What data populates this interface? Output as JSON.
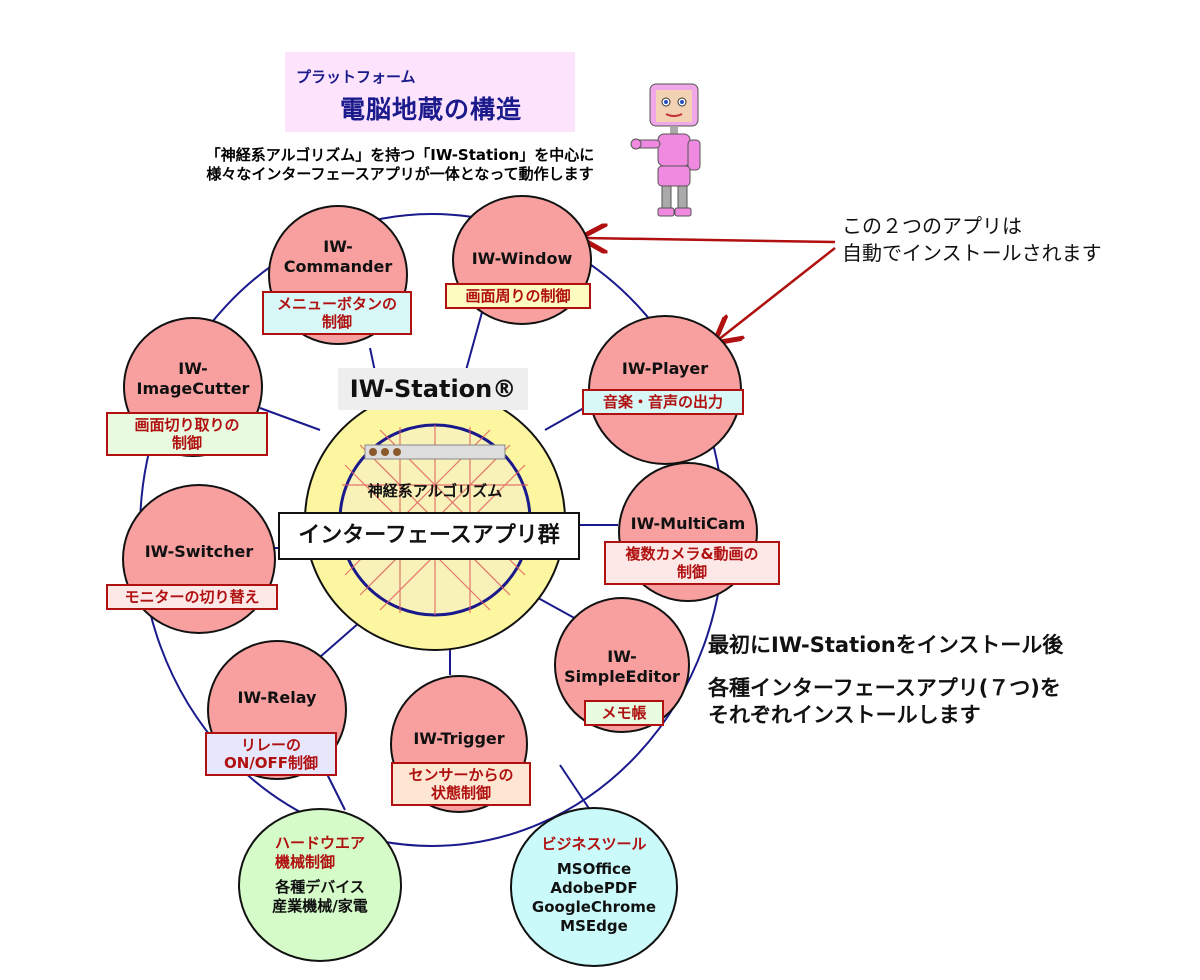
{
  "header": {
    "platform_label": "プラットフォーム",
    "title": "電脳地蔵の構造",
    "subtitle_line1": "「神経系アルゴリズム」を持つ「IW-Station」を中心に",
    "subtitle_line2": "様々なインターフェースアプリが一体となって動作します"
  },
  "center": {
    "station_name": "IW-Station®",
    "neuro_label": "神経系アルゴリズム",
    "apps_label": "インターフェースアプリ群"
  },
  "apps": [
    {
      "key": "commander",
      "name_line1": "IW-",
      "name_line2": "Commander",
      "desc_line1": "メニューボタンの",
      "desc_line2": "制御"
    },
    {
      "key": "window",
      "name_line1": "IW-Window",
      "name_line2": "",
      "desc_line1": "画面周りの制御",
      "desc_line2": ""
    },
    {
      "key": "player",
      "name_line1": "IW-Player",
      "name_line2": "",
      "desc_line1": "音楽・音声の出力",
      "desc_line2": ""
    },
    {
      "key": "imagecutter",
      "name_line1": "IW-",
      "name_line2": "ImageCutter",
      "desc_line1": "画面切り取りの",
      "desc_line2": "制御"
    },
    {
      "key": "multicam",
      "name_line1": "IW-MultiCam",
      "name_line2": "",
      "desc_line1": "複数カメラ&動画の",
      "desc_line2": "制御"
    },
    {
      "key": "switcher",
      "name_line1": "IW-Switcher",
      "name_line2": "",
      "desc_line1": "モニターの切り替え",
      "desc_line2": ""
    },
    {
      "key": "simpleeditor",
      "name_line1": "IW-",
      "name_line2": "SimpleEditor",
      "desc_line1": "メモ帳",
      "desc_line2": ""
    },
    {
      "key": "relay",
      "name_line1": "IW-Relay",
      "name_line2": "",
      "desc_line1": "リレーの",
      "desc_line2": "ON/OFF制御"
    },
    {
      "key": "trigger",
      "name_line1": "IW-Trigger",
      "name_line2": "",
      "desc_line1": "センサーからの",
      "desc_line2": "状態制御"
    }
  ],
  "hardware": {
    "title_line1": "ハードウエア",
    "title_line2": "機械制御",
    "body_line1": "各種デバイス",
    "body_line2": "産業機械/家電"
  },
  "business": {
    "title": "ビジネスツール",
    "items": [
      "MSOffice",
      "AdobePDF",
      "GoogleChrome",
      "MSEdge"
    ]
  },
  "annotation": {
    "line1": "この２つのアプリは",
    "line2": "自動でインストールされます"
  },
  "instructions": {
    "line1": "最初にIW-Stationをインストール後",
    "line2": "各種インターフェースアプリ(７つ)を",
    "line3": "それぞれインストールします"
  },
  "colors": {
    "node_fill": "#f8a0a0",
    "label_red": "#b01010",
    "ring_blue": "#1a1a8c",
    "arrow_red": "#b01010",
    "center_yellow": "#fcf6a0",
    "hardware_green": "#d4fbc8",
    "business_cyan": "#cafafa"
  }
}
